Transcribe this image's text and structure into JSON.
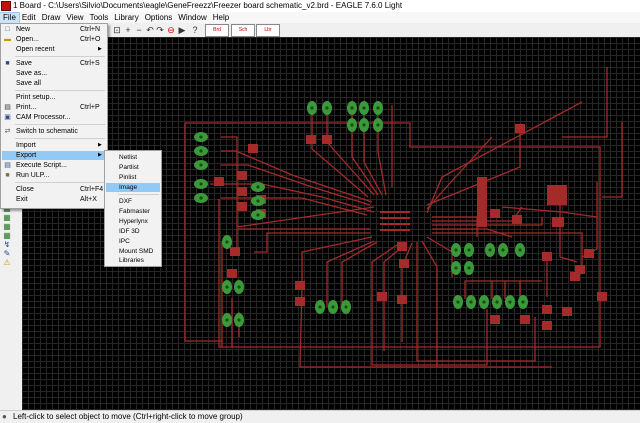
{
  "window": {
    "title": "1 Board - C:\\Users\\Silvio\\Documents\\eagle\\GeneFreezz\\Freezer board schematic_v2.brd - EAGLE 7.6.0 Light"
  },
  "menubar": [
    "File",
    "Edit",
    "Draw",
    "View",
    "Tools",
    "Library",
    "Options",
    "Window",
    "Help"
  ],
  "toolbar": {
    "buttons": [
      "Brd",
      "Sch",
      "Lbr"
    ]
  },
  "file_menu": {
    "items": [
      {
        "label": "New",
        "shortcut": "Ctrl+N",
        "icon": "new-file-icon"
      },
      {
        "label": "Open...",
        "shortcut": "Ctrl+O",
        "icon": "open-folder-icon"
      },
      {
        "label": "Open recent",
        "submenu": true
      },
      {
        "label": "Save",
        "shortcut": "Ctrl+S",
        "icon": "save-icon"
      },
      {
        "label": "Save as..."
      },
      {
        "label": "Save all"
      },
      {
        "label": "Print setup..."
      },
      {
        "label": "Print...",
        "shortcut": "Ctrl+P",
        "icon": "print-icon"
      },
      {
        "label": "CAM Processor...",
        "icon": "cam-processor-icon"
      },
      {
        "label": "Switch to schematic",
        "icon": "switch-icon"
      },
      {
        "label": "Import",
        "submenu": true
      },
      {
        "label": "Export",
        "submenu": true,
        "highlighted": true
      },
      {
        "label": "Execute Script...",
        "icon": "script-icon"
      },
      {
        "label": "Run ULP...",
        "icon": "ulp-icon"
      },
      {
        "label": "Close",
        "shortcut": "Ctrl+F4"
      },
      {
        "label": "Exit",
        "shortcut": "Alt+X"
      }
    ]
  },
  "export_menu": {
    "items": [
      "Netlist",
      "Partlist",
      "Pinlist",
      "Image",
      "DXF",
      "Fabmaster",
      "Hyperlynx",
      "IDF 3D",
      "IPC",
      "Mount SMD",
      "Libraries"
    ],
    "highlighted": "Image"
  },
  "status": {
    "text": "Left-click to select object to move (Ctrl+right-click to move group)"
  },
  "colors": {
    "trace": "#a52a2a",
    "pad": "#3a9a3a",
    "canvas": "#000000",
    "grid": "#262626",
    "highlight": "#91c9f7"
  }
}
